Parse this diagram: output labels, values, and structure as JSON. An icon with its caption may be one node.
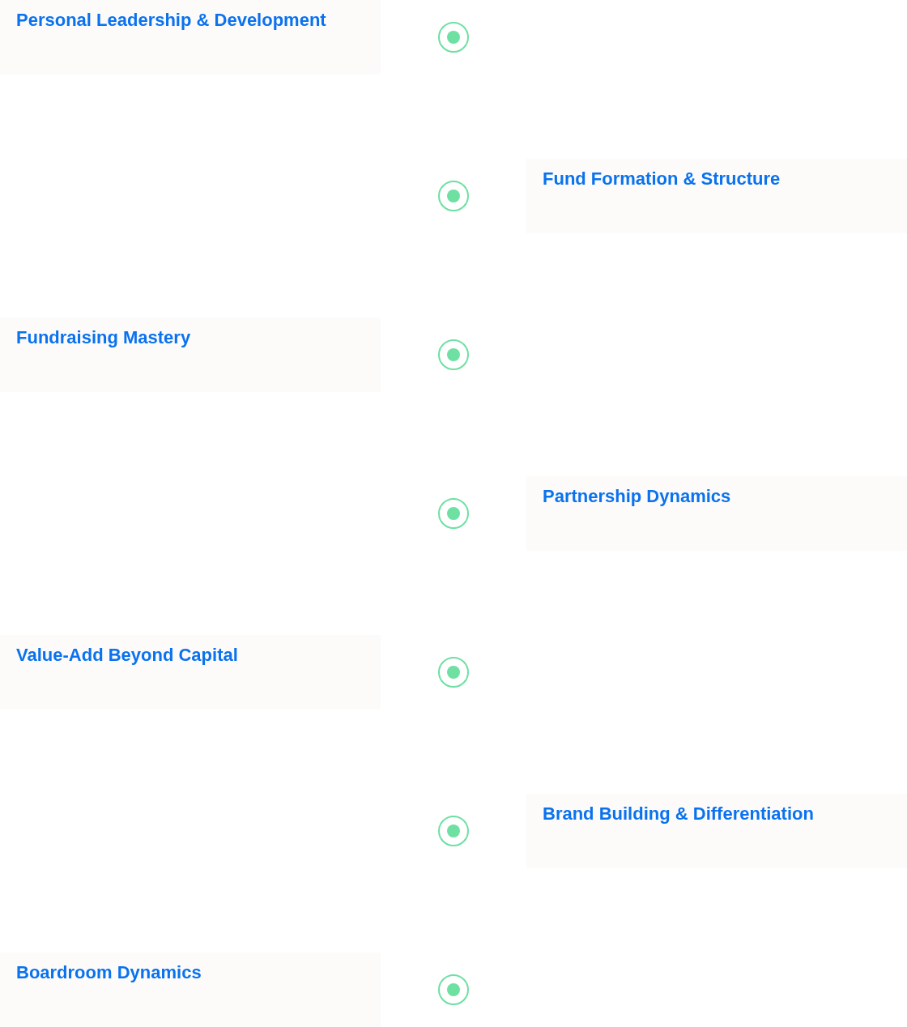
{
  "diagram": {
    "nodes": [
      {
        "text": [
          "Personal Leadership & Development"
        ]
      },
      {
        "text": [
          "Fund Formation & Structure"
        ]
      },
      {
        "text": [
          "Fundraising Mastery"
        ]
      },
      {
        "text": [
          "Partnership Dynamics"
        ]
      },
      {
        "text": [
          "Value-Add Beyond Capital"
        ]
      },
      {
        "text": [
          "Brand Building & Differentiation"
        ]
      },
      {
        "text": [
          "Boardroom Dynamics"
        ]
      }
    ]
  }
}
